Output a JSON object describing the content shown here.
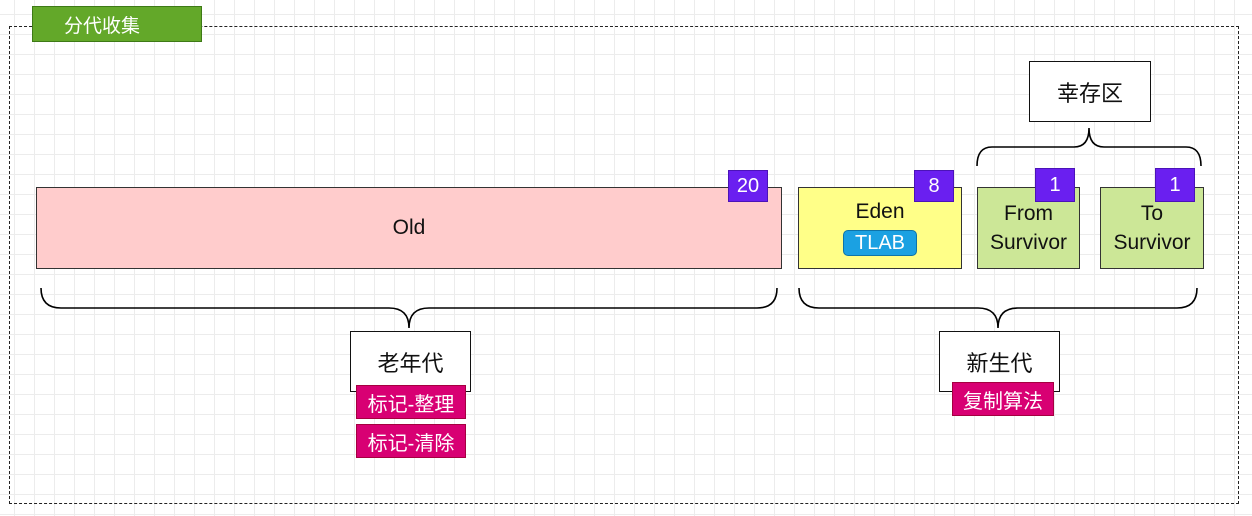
{
  "diagram": {
    "title": "分代收集",
    "old": {
      "label": "Old",
      "badge": "20"
    },
    "eden": {
      "label": "Eden",
      "sub_label": "TLAB",
      "badge": "8"
    },
    "from_survivor": {
      "label_line1": "From",
      "label_line2": "Survivor",
      "badge": "1"
    },
    "to_survivor": {
      "label_line1": "To",
      "label_line2": "Survivor",
      "badge": "1"
    },
    "survivor_space": {
      "label": "幸存区"
    },
    "old_generation": {
      "label": "老年代",
      "algorithms": [
        "标记-整理",
        "标记-清除"
      ]
    },
    "young_generation": {
      "label": "新生代",
      "algorithms": [
        "复制算法"
      ]
    }
  },
  "colors": {
    "title_bg": "#63a829",
    "old_fill": "#ffcccc",
    "eden_fill": "#ffff88",
    "survivor_fill": "#cce797",
    "badge_fill": "#6a1ff0",
    "tlab_fill": "#1ba1e2",
    "algorithm_tag_fill": "#d80073"
  }
}
